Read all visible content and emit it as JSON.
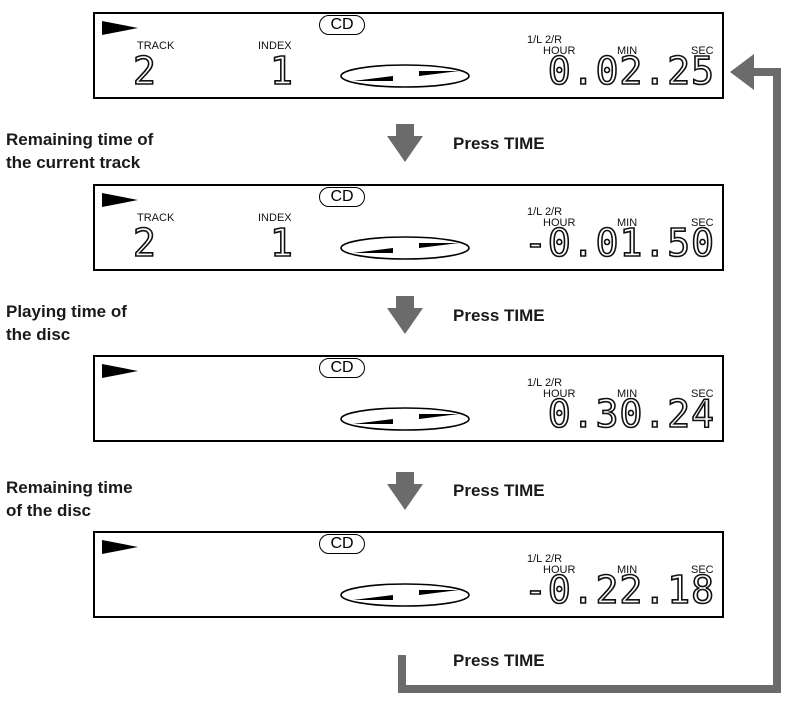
{
  "panels": [
    {
      "play_icon": "play-triangle-icon",
      "cd_label": "CD",
      "track_label": "TRACK",
      "index_label": "INDEX",
      "channel_label": "1/L  2/R",
      "hour_label": "HOUR",
      "min_label": "MIN",
      "sec_label": "SEC",
      "track_value": "2",
      "index_value": "1",
      "time_value": "0.02.25"
    },
    {
      "play_icon": "play-triangle-icon",
      "cd_label": "CD",
      "track_label": "TRACK",
      "index_label": "INDEX",
      "channel_label": "1/L  2/R",
      "hour_label": "HOUR",
      "min_label": "MIN",
      "sec_label": "SEC",
      "track_value": "2",
      "index_value": "1",
      "time_value": "-0.01.50"
    },
    {
      "play_icon": "play-triangle-icon",
      "cd_label": "CD",
      "channel_label": "1/L  2/R",
      "hour_label": "HOUR",
      "min_label": "MIN",
      "sec_label": "SEC",
      "time_value": "0.30.24"
    },
    {
      "play_icon": "play-triangle-icon",
      "cd_label": "CD",
      "channel_label": "1/L  2/R",
      "hour_label": "HOUR",
      "min_label": "MIN",
      "sec_label": "SEC",
      "time_value": "-0.22.18"
    }
  ],
  "captions": [
    "Remaining time of\nthe current track",
    "Playing time of\nthe disc",
    "Remaining time\nof the disc"
  ],
  "press_labels": [
    "Press TIME",
    "Press TIME",
    "Press TIME",
    "Press TIME"
  ],
  "colors": {
    "arrow": "#6b6b6b",
    "border": "#000000"
  }
}
